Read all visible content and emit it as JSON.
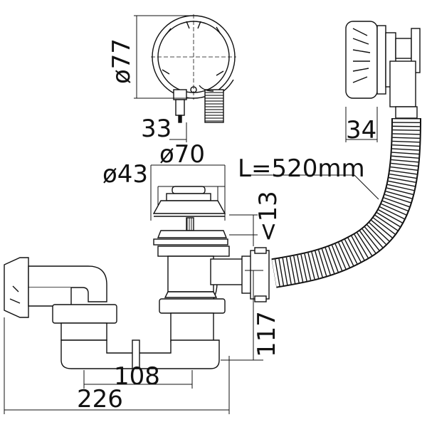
{
  "dimensions": {
    "top_diameter": "ø77",
    "overflow_offset": "33",
    "overflow_depth": "34",
    "flange_diameter": "ø70",
    "plug_diameter": "ø43",
    "hose_length": "L=520mm",
    "max_thickness": "<13",
    "trap_height": "117",
    "outlet_spacing": "108",
    "overall_length": "226"
  }
}
